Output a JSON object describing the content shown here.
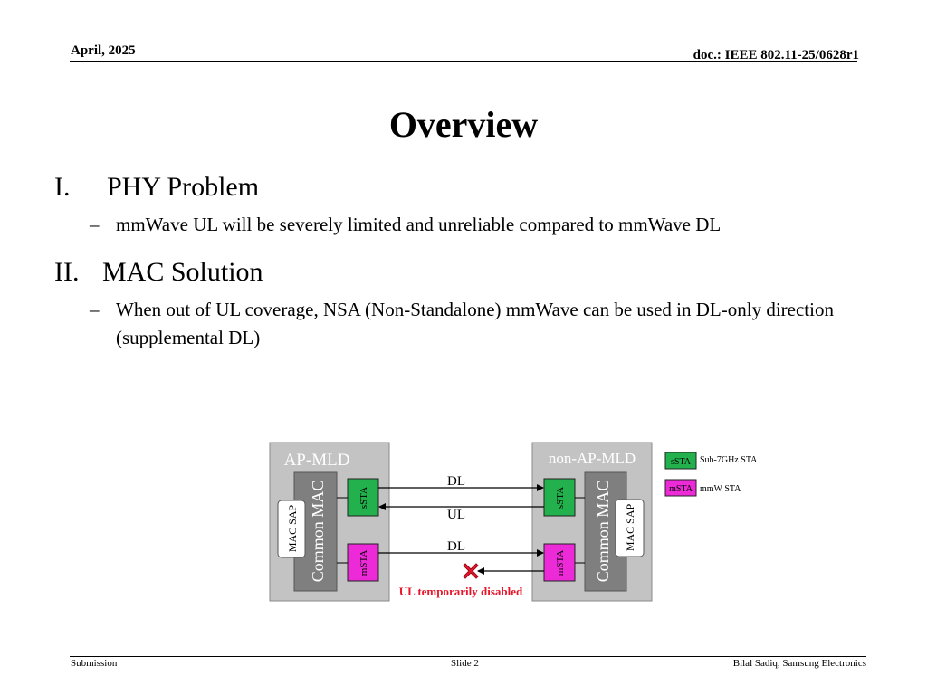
{
  "header": {
    "date": "April, 2025",
    "doc": "doc.: IEEE 802.11-25/0628r1"
  },
  "title": "Overview",
  "sections": [
    {
      "number": "I.",
      "heading": "PHY Problem",
      "bullets": [
        "mmWave UL will be severely limited and unreliable compared to mmWave DL"
      ]
    },
    {
      "number": "II.",
      "heading": "MAC Solution",
      "bullets": [
        "When out of UL coverage, NSA (Non-Standalone) mmWave can be used in DL-only direction (supplemental DL)"
      ]
    }
  ],
  "diagram": {
    "ap_mld": "AP-MLD",
    "non_ap_mld": "non-AP-MLD",
    "common_mac": "Common MAC",
    "mac_sap": "MAC SAP",
    "ssta": "sSTA",
    "msta": "mSTA",
    "link_dl_top": "DL",
    "link_ul": "UL",
    "link_dl_bottom": "DL",
    "ul_disabled": "UL temporarily disabled",
    "legend_ssta": "sSTA",
    "legend_ssta_desc": "Sub-7GHz STA",
    "legend_msta": "mSTA",
    "legend_msta_desc": "mmW STA",
    "colors": {
      "ssta": "#22b14c",
      "msta": "#ec2ad7",
      "mld_box": "#c3c3c3",
      "common_mac": "#7f7f7f",
      "disabled": "#e8162a"
    }
  },
  "footer": {
    "left": "Submission",
    "center": "Slide 2",
    "right": "Bilal Sadiq, Samsung Electronics"
  }
}
